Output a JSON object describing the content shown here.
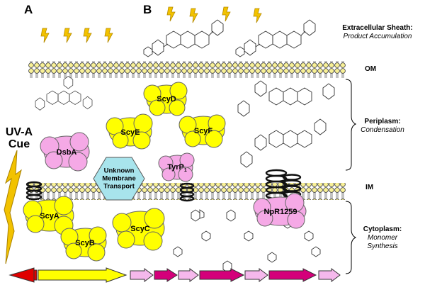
{
  "panels": {
    "a": "A",
    "b": "B"
  },
  "compartments": {
    "sheath": {
      "title": "Extracellular Sheath:",
      "subtitle": "Product Accumulation"
    },
    "om": "OM",
    "periplasm": {
      "title": "Periplasm:",
      "subtitle": "Condensation"
    },
    "im": "IM",
    "cytoplasm": {
      "title": "Cytoplasm:",
      "subtitle_line1": "Monomer",
      "subtitle_line2": "Synthesis"
    }
  },
  "cue": {
    "line1": "UV-A",
    "line2": "Cue"
  },
  "proteins": {
    "scyd": "ScyD",
    "scye": "ScyE",
    "scyf": "ScyF",
    "dsba": "DsbA",
    "tyrp": "TyrP",
    "tyrp_sub": "1",
    "scya": "ScyA",
    "scyb": "ScyB",
    "scyc": "ScyC",
    "npr": "NpR1259"
  },
  "transporter": {
    "line1": "Unknown",
    "line2": "Membrane",
    "line3": "Transport"
  },
  "colors": {
    "yellow_protein": "#ffff00",
    "pink_protein": "#f5a9e6",
    "transporter": "#a8e4ec",
    "gene_red": "#e00000",
    "gene_yellow": "#ffff00",
    "gene_light_pink": "#f5b8ec",
    "gene_magenta": "#d4007a",
    "lightning": "#f2c200"
  }
}
